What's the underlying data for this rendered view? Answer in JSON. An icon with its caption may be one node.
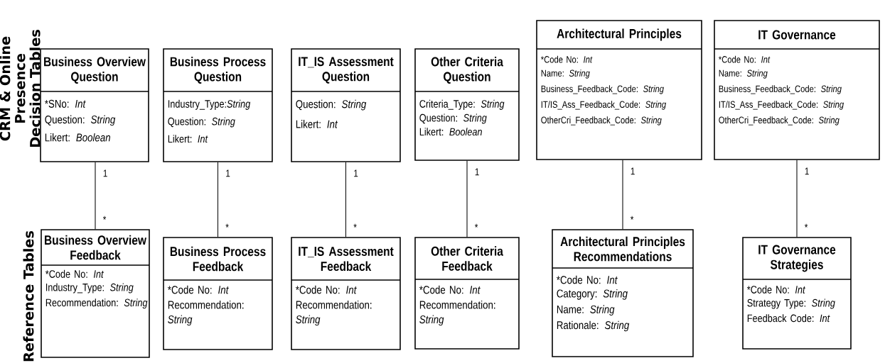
{
  "diagram": {
    "nodes": [
      {
        "text": [
          "Business Overview Question",
          "*SNo: *Int*",
          "Question: *String*",
          "Likert: *Boolean*"
        ]
      },
      {
        "text": [
          "Business Process Question",
          "Industry_Type:*String*",
          "Question: *String*",
          "Likert: *Int*"
        ]
      },
      {
        "text": [
          "IT_IS Assessment Question",
          "Question: *String*",
          "Likert: *Int*"
        ]
      },
      {
        "text": [
          "Other Criteria Question",
          "Criteria_Type: *String*",
          "Question: *String*",
          "Likert: *Boolean*"
        ]
      },
      {
        "text": [
          "Architectural Principles",
          "*Code No: *Int*",
          "Name: *String*",
          "Business_Feedback_Code: *String*",
          "IT/IS_Ass_Feedback_Code: *String*",
          "OtherCri_Feedback_Code: *String*"
        ]
      },
      {
        "text": [
          "IT Governance",
          "*Code No: *Int*",
          "Name: *String*",
          "Business_Feedback_Code: *String*",
          "IT/IS_Ass_Feedback_Code: *String*",
          "OtherCri_Feedback_Code: *String*"
        ]
      },
      {
        "text": [
          "Business Overview Feedback",
          "*Code No: *Int*",
          "Industry_Type: *String*",
          "Recommendation: *String*"
        ]
      },
      {
        "text": [
          "Business Process Feedback",
          "*Code No: *Int*",
          "Recommendation: *String*"
        ]
      },
      {
        "text": [
          "IT_IS Assessment Feedback",
          "*Code No: *Int*",
          "Recommendation: *String*"
        ]
      },
      {
        "text": [
          "Other Criteria Feedback",
          "*Code No: *Int*",
          "Recommendation: *String*"
        ]
      },
      {
        "text": [
          "Architectural Principles Recommendations",
          "*Code No: *Int*",
          "Category: *String*",
          "Name: *String*",
          "Rationale: *String*"
        ]
      },
      {
        "text": [
          "IT Governance Strategies",
          "*Code No: *Int*",
          "Strategy Type: *String*",
          "Feedback Code: *Int*"
        ]
      }
    ],
    "edges": [
      {
        "from": 0,
        "to": 6,
        "arrow": "none"
      },
      {
        "from": 1,
        "to": 7,
        "arrow": "none"
      },
      {
        "from": 2,
        "to": 8,
        "arrow": "none"
      },
      {
        "from": 3,
        "to": 9,
        "arrow": "none"
      },
      {
        "from": 4,
        "to": 10,
        "arrow": "none"
      },
      {
        "from": 5,
        "to": 11,
        "arrow": "none"
      }
    ],
    "labels": [
      "CRM & Online Presence Decision Tables",
      "Reference Tables",
      "1",
      "1",
      "1",
      "1",
      "1",
      "1",
      "*",
      "*",
      "*",
      "*",
      "*",
      "*"
    ]
  }
}
